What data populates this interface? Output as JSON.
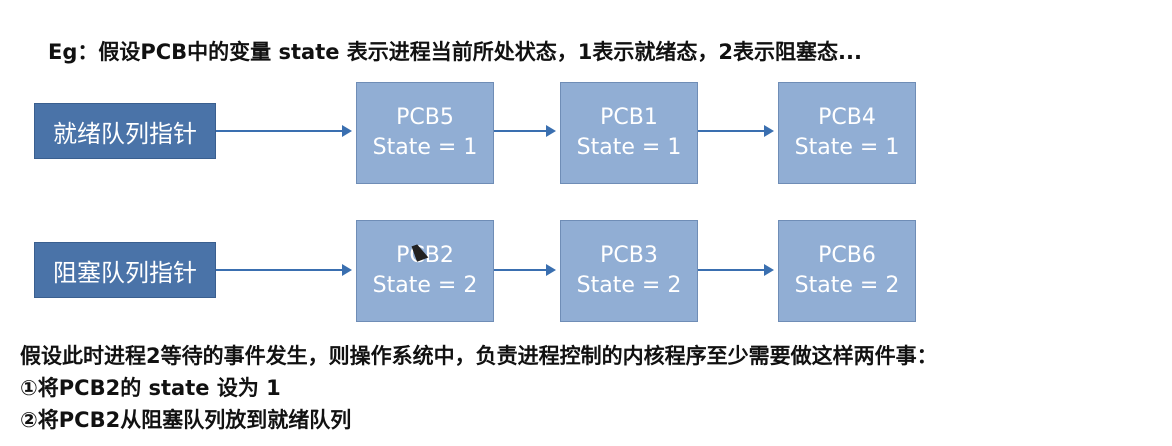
{
  "heading": "Eg：假设PCB中的变量 state 表示进程当前所处状态，1表示就绪态，2表示阻塞态...",
  "ready_queue": {
    "pointer_label": "就绪队列指针",
    "pcbs": [
      {
        "name": "PCB5",
        "state": "State = 1"
      },
      {
        "name": "PCB1",
        "state": "State = 1"
      },
      {
        "name": "PCB4",
        "state": "State = 1"
      }
    ]
  },
  "blocked_queue": {
    "pointer_label": "阻塞队列指针",
    "pcbs": [
      {
        "name": "PCB2",
        "state": "State = 2"
      },
      {
        "name": "PCB3",
        "state": "State = 2"
      },
      {
        "name": "PCB6",
        "state": "State = 2"
      }
    ]
  },
  "notes": [
    "假设此时进程2等待的事件发生，则操作系统中，负责进程控制的内核程序至少需要做这样两件事：",
    "①将PCB2的 state 设为 1",
    "②将PCB2从阻塞队列放到就绪队列"
  ],
  "colors": {
    "pointer_box": "#4a73a8",
    "pcb_box": "#91aed4",
    "arrow": "#3a6fb0"
  }
}
